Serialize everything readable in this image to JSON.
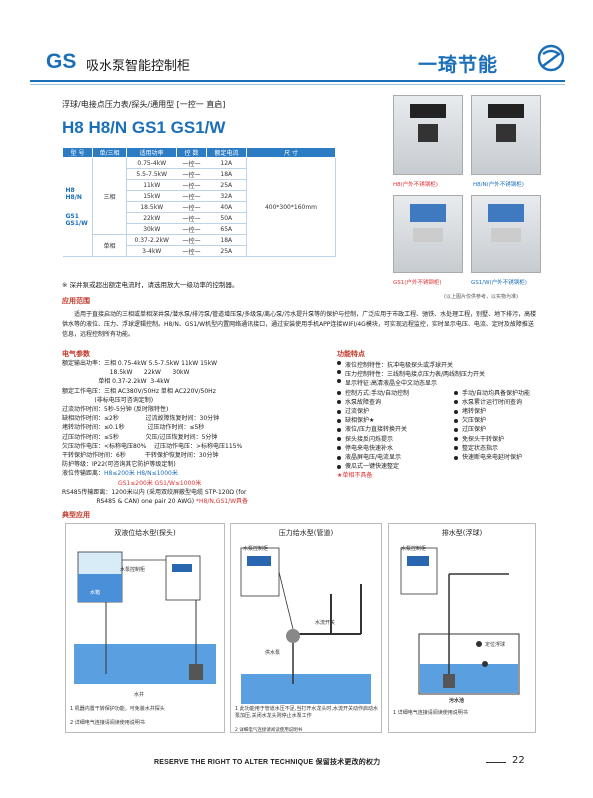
{
  "header": {
    "series": "GS",
    "title": "吸水泵智能控制柜",
    "brand": "一琦节能"
  },
  "subtitle": "浮球/电接点压力表/探头/通用型 [一控一 直启]",
  "models": "H8  H8/N   GS1  GS1/W",
  "spec_table": {
    "headers": [
      "型 号",
      "单/三相",
      "适用功率",
      "控 数",
      "额定电流",
      "尺 寸"
    ],
    "model_labels": [
      "H8",
      "H8/N",
      "GS1",
      "GS1/W"
    ],
    "phase_three": "三相",
    "phase_single": "单相",
    "size": "400*300*160mm",
    "rows": [
      {
        "power": "0.75-4kW",
        "ctrl": "一控一",
        "current": "12A"
      },
      {
        "power": "5.5-7.5kW",
        "ctrl": "一控一",
        "current": "18A"
      },
      {
        "power": "11kW",
        "ctrl": "一控一",
        "current": "25A"
      },
      {
        "power": "15kW",
        "ctrl": "一控一",
        "current": "32A"
      },
      {
        "power": "18.5kW",
        "ctrl": "一控一",
        "current": "40A"
      },
      {
        "power": "22kW",
        "ctrl": "一控一",
        "current": "50A"
      },
      {
        "power": "30kW",
        "ctrl": "一控一",
        "current": "65A"
      },
      {
        "power": "0.37-2.2kW",
        "ctrl": "一控一",
        "current": "18A"
      },
      {
        "power": "3-4kW",
        "ctrl": "一控一",
        "current": "25A"
      }
    ]
  },
  "table_note": "※ 深井泵或超出额定电流时，请选用放大一级功率的控制器。",
  "photos": {
    "captions": [
      "H8(户外不锈钢柜)",
      "H8/N(户外不锈钢柜)",
      "GS1(户外不锈钢柜)",
      "GS1/W(户外不锈钢柜)"
    ],
    "note": "(以上图片仅供参考，以实物为准)"
  },
  "scope": {
    "title": "应用范围",
    "text": "适用于直接启动的三相或单相深井泵/潜水泵/排污泵/管道增压泵/多级泵/离心泵/污水提升泵等的保护与控制，广泛应用于市政工程、驰铁、水处理工程，别墅、地下排污，高楼供水等的液位、压力、浮球逻辑控制。H8/N、GS1/W机型内置网络通讯接口，通过安装使用手机APP连接WIFI/4G模块，可实现远程监控，实时显示电压、电流、定时及故障推送信息，远程控制所有功能。"
  },
  "params": {
    "title": "电气参数",
    "lines": [
      "额定输出功率：三相 0.75-4kW  5.5-7.5kW  11kW  15kW",
      "                         18.5kW      22kW      30kW",
      "                   单相 0.37-2.2kW  3-4kW",
      "额定工作电压：三相 AC380V/50Hz    单相 AC220V/50Hz",
      "                 (非标电压可咨询定制)",
      "过流动作时间：5秒-5分钟 (反时限特性)",
      "缺相动作时间：≤2秒              过流故障恢复时间：30分钟",
      "堵转动作时间：≤0.1秒            过压动作时间：≤5秒",
      "过压动作时间：≤5秒              欠压/过压恢复时间：5分钟",
      "欠压动作电压：<标称电压80%    过压动作电压：>标称电压115%",
      "干转保护动作时间：6秒          干转保护恢复时间：30分钟",
      "防护等级：IP22(可咨询其它防护等级定制)",
      "液位传输距离：",
      "RS485传输距离：1200米以内 (采用双绞屏蔽型电缆 STP-120Ω (for",
      "                  RS485 & CAN) one pair 20 AWG)"
    ],
    "liquid_blue": "H8≤200米   H8/N≤1000米",
    "liquid_red": "GS1≤200米   GS1/W≤1000米",
    "rs485_red": "*H8/N,GS1/W具备"
  },
  "features": {
    "title": "功能特点",
    "single": [
      "液位控制特性：抗冲电极探头或浮球开关",
      "压力控制特性：三线制电接点压力表/两线制压力开关",
      "显示特征:高清液晶全中文动态显示"
    ],
    "pairs": [
      [
        "控制方式:手动/自动控制",
        "手动/自动均具备保护功能"
      ],
      [
        "水泵故障查询",
        "水泵累计运行时间查询"
      ],
      [
        "过流保护",
        "堵转保护"
      ],
      [
        "缺相保护★",
        "欠压保护"
      ],
      [
        "液位/压力直接转换开关",
        "过压保护"
      ],
      [
        "探头接反闪烁提示",
        "免探头干转保护"
      ],
      [
        "停电来电快速补水",
        "整定状态指示"
      ],
      [
        "液晶屏电压/电流显示",
        "快速断电来电延时保护"
      ],
      [
        "傻瓜式一键快速整定",
        ""
      ]
    ],
    "note": "★单相不具备"
  },
  "typical": {
    "title": "典型应用",
    "d1_title": "双液位给水型(探头)",
    "d2_title": "压力给水型(管道)",
    "d3_title": "排水型(浮球)",
    "d1_labels": {
      "tank": "水箱",
      "well": "水井",
      "cabinet": "水泵控制柜"
    },
    "d2_labels": {
      "cabinet": "水泵控制柜",
      "pipe": "水流开关",
      "pump": "供水泵"
    },
    "d3_labels": {
      "cabinet": "水泵控制柜",
      "float": "定位浮球",
      "pool": "污水池"
    },
    "d1_notes": [
      "1 机器内置干转保护功能，可免装水井探头",
      "2 详细电气连接请阅读使用说明书"
    ],
    "d2_notes": [
      "1 此功能用于管道水压不足,当打开水龙头时,水流开关动作启动水泵加压,关闭水龙头则停止水泵工作",
      "2 详细电气连接请阅读使用说明书"
    ],
    "d3_notes": [
      "1 详细电气连接请阅读使用说明书"
    ]
  },
  "footer": {
    "text": "RESERVE THE RIGHT TO ALTER TECHNIQUE 保留技术更改的权力",
    "page": "22"
  },
  "colors": {
    "accent": "#1b6fb8",
    "table_header": "#2c7cc4",
    "red": "#d33",
    "section": "#c0392b"
  }
}
